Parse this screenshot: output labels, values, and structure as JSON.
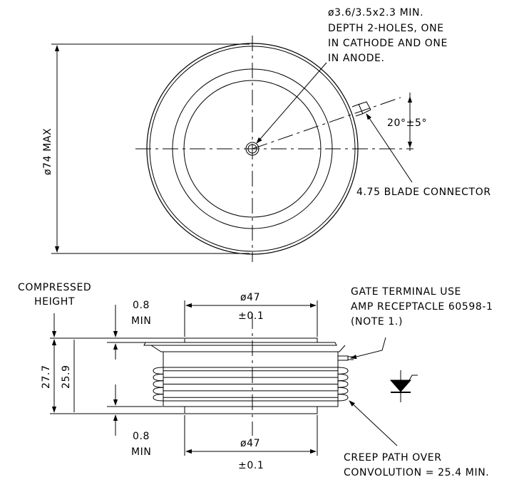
{
  "top_view": {
    "hole_note": [
      "ø3.6/3.5x2.3 MIN.",
      "DEPTH 2-HOLES, ONE",
      "IN CATHODE AND ONE",
      "IN ANODE."
    ],
    "diameter_label": "ø74 MAX",
    "angle_label": "20°±5°",
    "blade_label": "4.75 BLADE CONNECTOR"
  },
  "side_view": {
    "compressed_height": [
      "COMPRESSED",
      "HEIGHT"
    ],
    "top_min_value": "0.8",
    "top_min_label": "MIN",
    "bottom_min_value": "0.8",
    "bottom_min_label": "MIN",
    "top_diameter": "ø47",
    "top_tolerance": "±0.1",
    "bottom_diameter": "ø47",
    "bottom_tolerance": "±0.1",
    "height_outer": "27.7",
    "height_inner": "25.9",
    "gate_note": [
      "GATE TERMINAL USE",
      "AMP RECEPTACLE 60598-1",
      "(NOTE 1.)"
    ],
    "creep_note": [
      "CREEP PATH OVER",
      "CONVOLUTION = 25.4 MIN."
    ]
  },
  "symbol": {
    "name": "thyristor-symbol"
  }
}
